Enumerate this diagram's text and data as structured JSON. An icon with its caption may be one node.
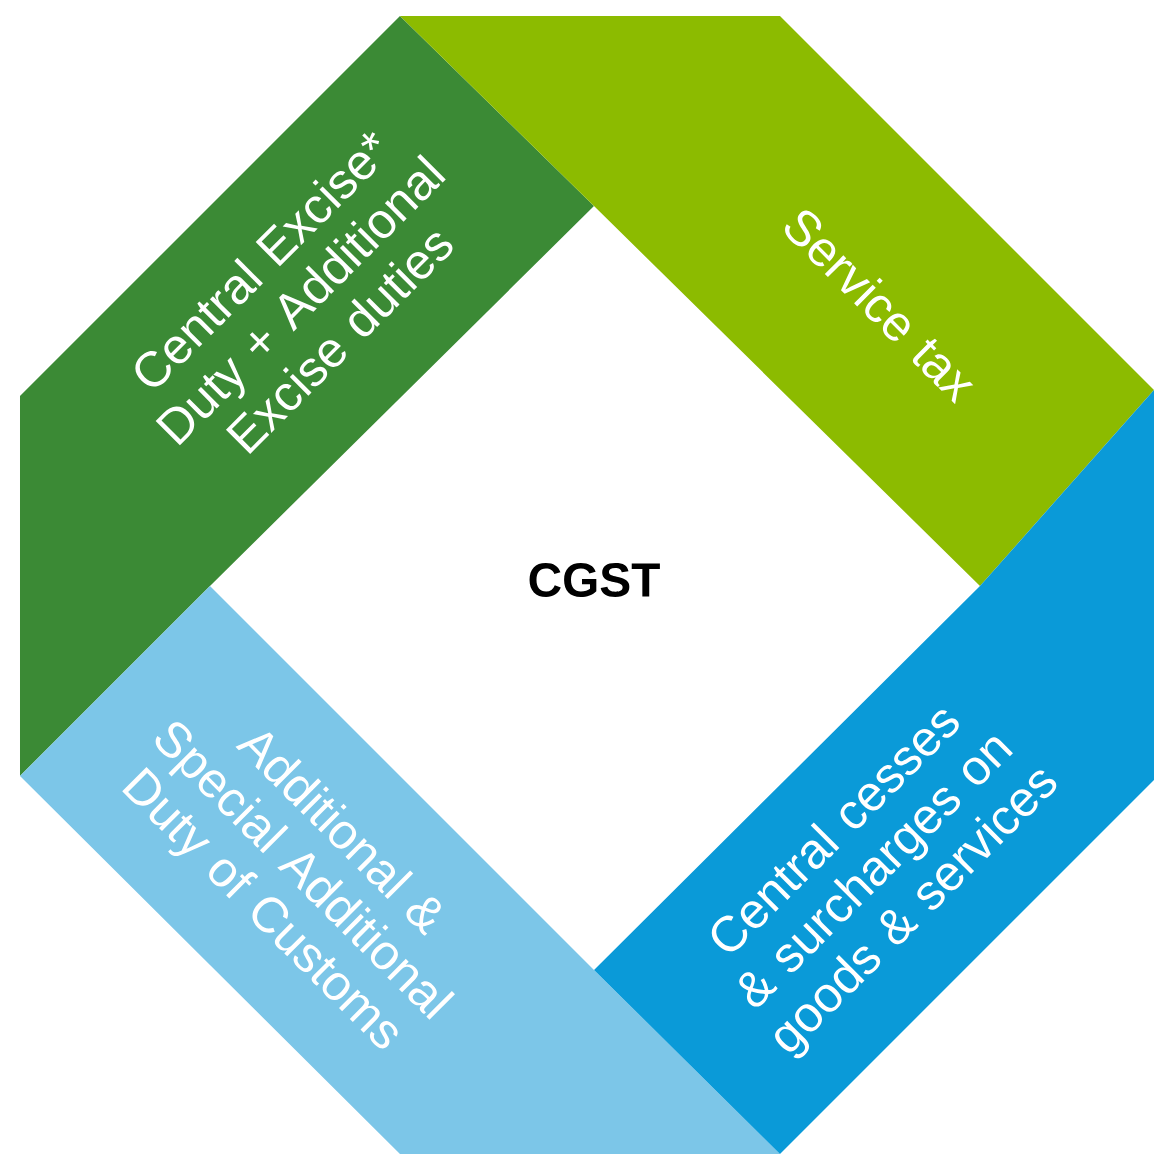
{
  "diagram": {
    "nodes": [
      {
        "text": [
          "CGST"
        ]
      },
      {
        "text": [
          "Central Excise* Duty + Additional Excise duties"
        ]
      },
      {
        "text": [
          "Service tax"
        ]
      },
      {
        "text": [
          "Additional & Special Additional Duty of Customs"
        ]
      },
      {
        "text": [
          "Central cesses & surcharges on goods & services"
        ]
      }
    ]
  }
}
